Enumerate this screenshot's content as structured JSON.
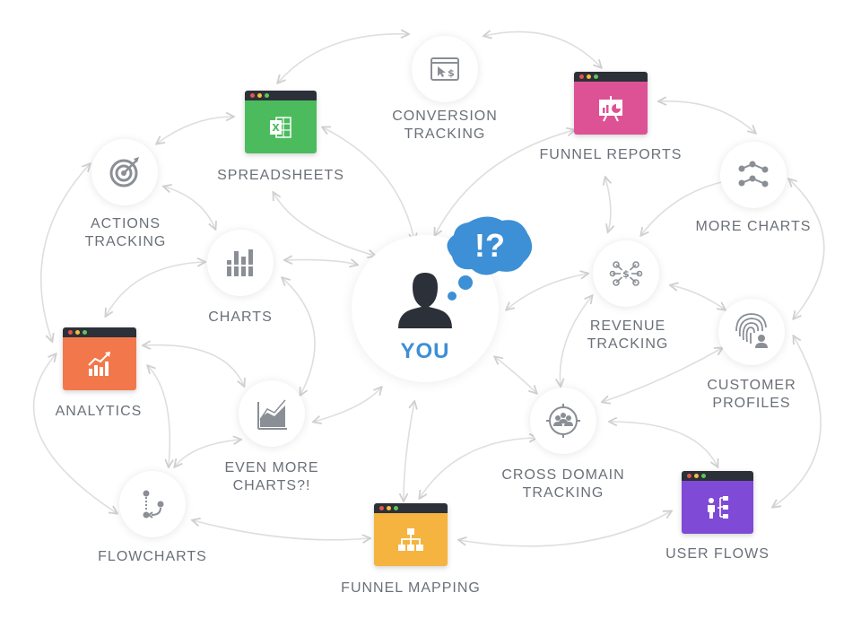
{
  "labels": {
    "conversion": "CONVERSION\nTRACKING",
    "funnel_reports": "FUNNEL REPORTS",
    "spreadsheets": "SPREADSHEETS",
    "actions": "ACTIONS\nTRACKING",
    "more_charts": "MORE CHARTS",
    "charts": "CHARTS",
    "revenue": "REVENUE\nTRACKING",
    "you": "YOU",
    "bubble": "!?",
    "analytics": "ANALYTICS",
    "customer_profiles": "CUSTOMER\nPROFILES",
    "even_more_charts": "EVEN MORE\nCHARTS?!",
    "cross_domain": "CROSS DOMAIN\nTRACKING",
    "flowcharts": "FLOWCHARTS",
    "user_flows": "USER FLOWS",
    "funnel_mapping": "FUNNEL MAPPING"
  },
  "colors": {
    "spreadsheets": "#4cbb5e",
    "funnel_reports": "#dd5295",
    "analytics": "#f2784b",
    "funnel_mapping": "#f5b33f",
    "user_flows": "#7f4ad6",
    "accent_blue": "#3d8fd6",
    "label_gray": "#6b7078",
    "icon_gray": "#8a8f96",
    "arrow_gray": "#d8d8d8"
  },
  "icons": {
    "conversion": "cursor-dollar-browser-icon",
    "actions": "target-icon",
    "charts": "bar-chart-icon",
    "more_charts": "network-nodes-icon",
    "revenue": "revenue-network-icon",
    "customer_profiles": "fingerprint-user-icon",
    "even_more_charts": "area-chart-icon",
    "cross_domain": "compass-users-icon",
    "flowcharts": "flow-branch-icon",
    "you": "person-silhouette-icon"
  }
}
